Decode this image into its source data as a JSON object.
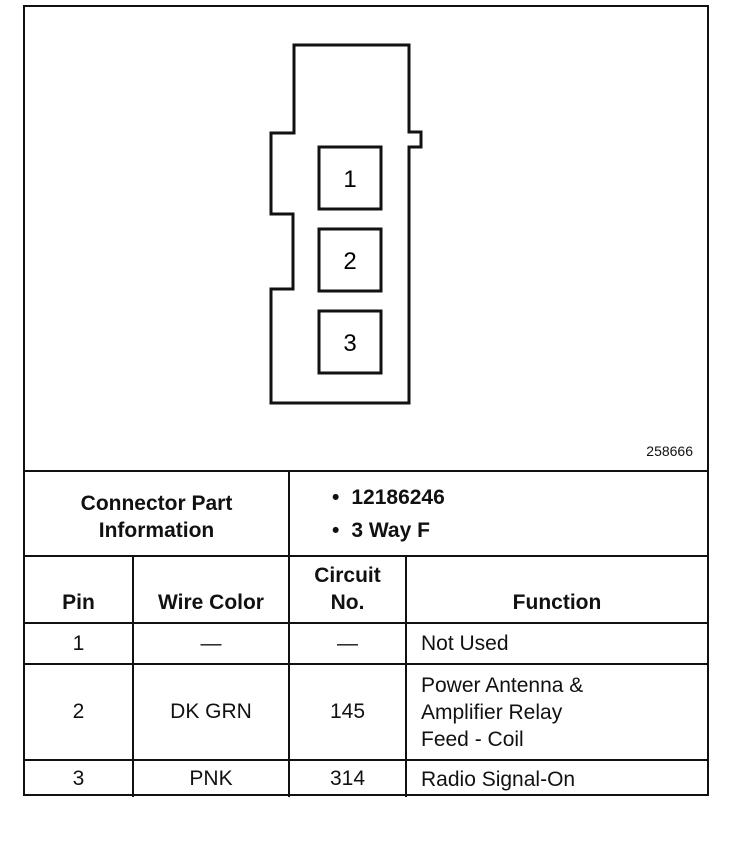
{
  "figure_id": "258666",
  "connector": {
    "cavities": [
      "1",
      "2",
      "3"
    ]
  },
  "part_info": {
    "label_line1": "Connector Part",
    "label_line2": "Information",
    "part_number": "12186246",
    "description": "3 Way F"
  },
  "table": {
    "headers": {
      "pin": "Pin",
      "wire_color": "Wire Color",
      "circuit_line1": "Circuit",
      "circuit_line2": "No.",
      "function": "Function"
    },
    "rows": [
      {
        "pin": "1",
        "wire_color": "—",
        "circuit": "—",
        "function_lines": [
          "Not Used"
        ]
      },
      {
        "pin": "2",
        "wire_color": "DK GRN",
        "circuit": "145",
        "function_lines": [
          "Power Antenna &",
          "Amplifier Relay",
          "Feed - Coil"
        ]
      },
      {
        "pin": "3",
        "wire_color": "PNK",
        "circuit": "314",
        "function_lines": [
          "Radio Signal-On"
        ]
      }
    ]
  }
}
